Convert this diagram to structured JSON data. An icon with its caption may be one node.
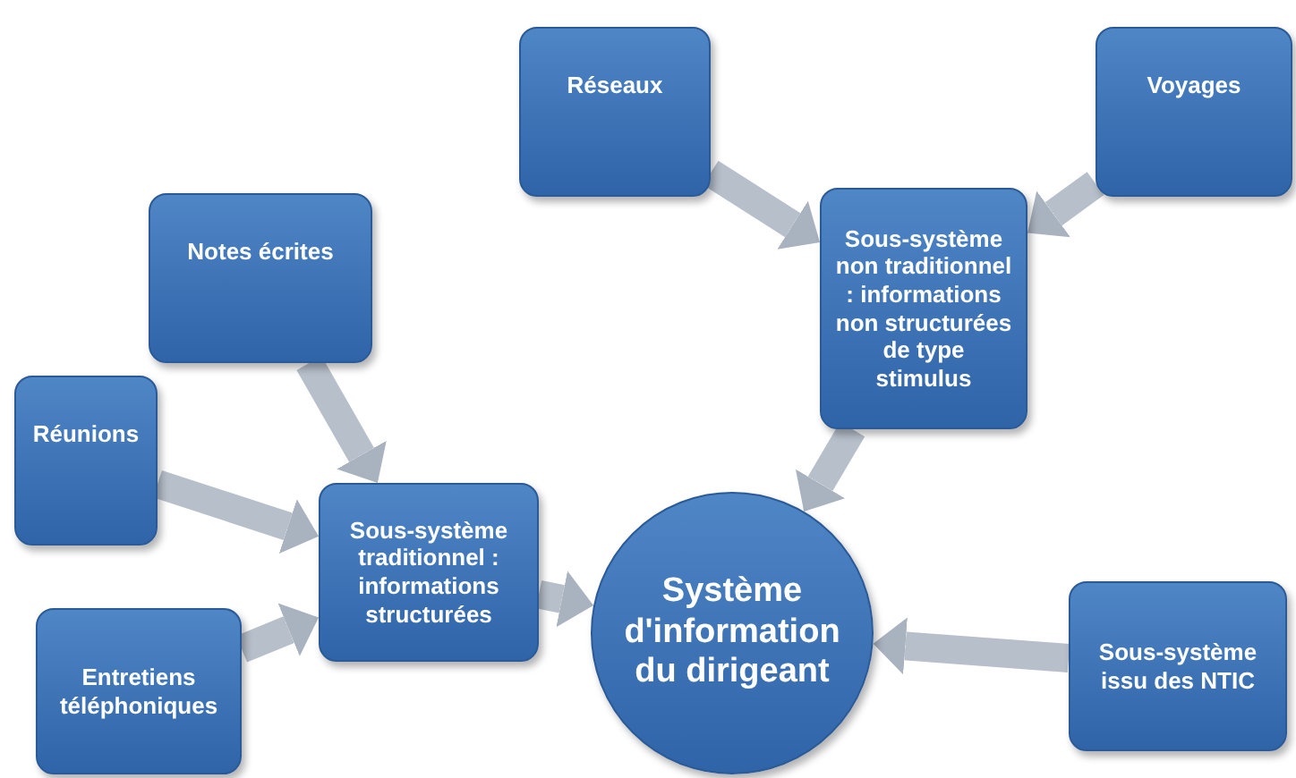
{
  "diagram": {
    "nodes": [
      {
        "text": [
          "Réseaux"
        ]
      },
      {
        "text": [
          "Voyages"
        ]
      },
      {
        "text": [
          "Sous-système non traditionnel : informations non structurées de type stimulus"
        ]
      },
      {
        "text": [
          "Notes écrites"
        ]
      },
      {
        "text": [
          "Réunions"
        ]
      },
      {
        "text": [
          "Sous-système traditionnel : informations structurées"
        ]
      },
      {
        "text": [
          "Système d'information du dirigeant"
        ]
      },
      {
        "text": [
          "Entretiens téléphoniques"
        ]
      },
      {
        "text": [
          "Sous-système issu des NTIC"
        ]
      }
    ],
    "edges": [
      {
        "from": 0,
        "to": 2,
        "arrow": "to"
      },
      {
        "from": 1,
        "to": 2,
        "arrow": "to"
      },
      {
        "from": 2,
        "to": 6,
        "arrow": "to"
      },
      {
        "from": 3,
        "to": 5,
        "arrow": "to"
      },
      {
        "from": 4,
        "to": 5,
        "arrow": "to"
      },
      {
        "from": 7,
        "to": 5,
        "arrow": "to"
      },
      {
        "from": 5,
        "to": 6,
        "arrow": "to"
      },
      {
        "from": 8,
        "to": 6,
        "arrow": "to"
      }
    ]
  }
}
